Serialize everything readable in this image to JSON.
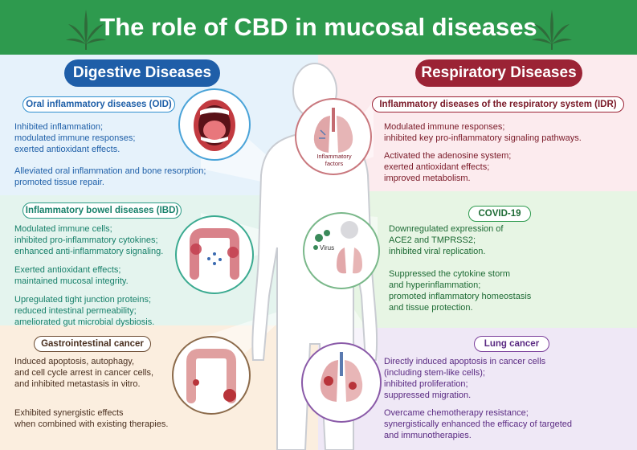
{
  "title": "The role of CBD in mucosal diseases",
  "digestive": {
    "header": "Digestive Diseases",
    "oid": {
      "title": "Oral inflammatory diseases (OID)",
      "p1": "Inhibited inflammation;\nmodulated immune responses;\nexerted antioxidant effects.",
      "p2": "Alleviated oral inflammation and bone resorption;\npromoted tissue repair."
    },
    "ibd": {
      "title": "Inflammatory bowel diseases (IBD)",
      "p1": "Modulated immune cells;\ninhibited pro-inflammatory cytokines;\nenhanced anti-inflammatory signaling.",
      "p2": "Exerted antioxidant effects;\nmaintained mucosal integrity.",
      "p3": "Upregulated tight junction proteins;\nreduced intestinal permeability;\nameliorated gut microbial dysbiosis."
    },
    "gi": {
      "title": "Gastrointestinal cancer",
      "p1": "Induced apoptosis, autophagy,\nand cell cycle arrest in cancer cells,\nand inhibited metastasis in vitro.",
      "p2": "Exhibited synergistic effects\nwhen combined with existing therapies."
    }
  },
  "respiratory": {
    "header": "Respiratory Diseases",
    "idr": {
      "title": "Inflammatory diseases of the respiratory system (IDR)",
      "p1": "Modulated immune responses;\ninhibited key pro-inflammatory signaling pathways.",
      "p2": "Activated the adenosine system;\nexerted antioxidant effects;\nimproved metabolism."
    },
    "covid": {
      "title": "COVID-19",
      "p1": "Downregulated expression of\nACE2 and TMPRSS2;\ninhibited viral replication.",
      "p2": "Suppressed the cytokine storm\nand hyperinflammation;\npromoted inflammatory homeostasis\nand tissue protection."
    },
    "lung": {
      "title": "Lung cancer",
      "p1": "Directly induced apoptosis in cancer cells\n(including stem-like cells);\ninhibited proliferation;\nsuppressed migration.",
      "p2": "Overcame chemotherapy resistance;\nsynergistically enhanced the efficacy of targeted\nand immunotherapies."
    }
  },
  "labels": {
    "inflammatory_factors": "Inflammatory\nfactors",
    "virus": "Virus"
  },
  "icons": [
    "cannabis-leaf-icon",
    "mouth-icon",
    "colon-icon",
    "colon-tumor-icon",
    "lungs-inflamed-icon",
    "virus-lungs-icon",
    "lung-tumor-icon",
    "human-body-silhouette"
  ],
  "colors": {
    "title_bar": "#2e9a4e",
    "digestive_header": "#1f5ea8",
    "respiratory_header": "#9b2335",
    "oid": "#2f8fcf",
    "ibd": "#2a9a84",
    "gi": "#6b4a30",
    "idr": "#9b2335",
    "covid": "#2e9a4e",
    "lung": "#7a3e9a"
  }
}
